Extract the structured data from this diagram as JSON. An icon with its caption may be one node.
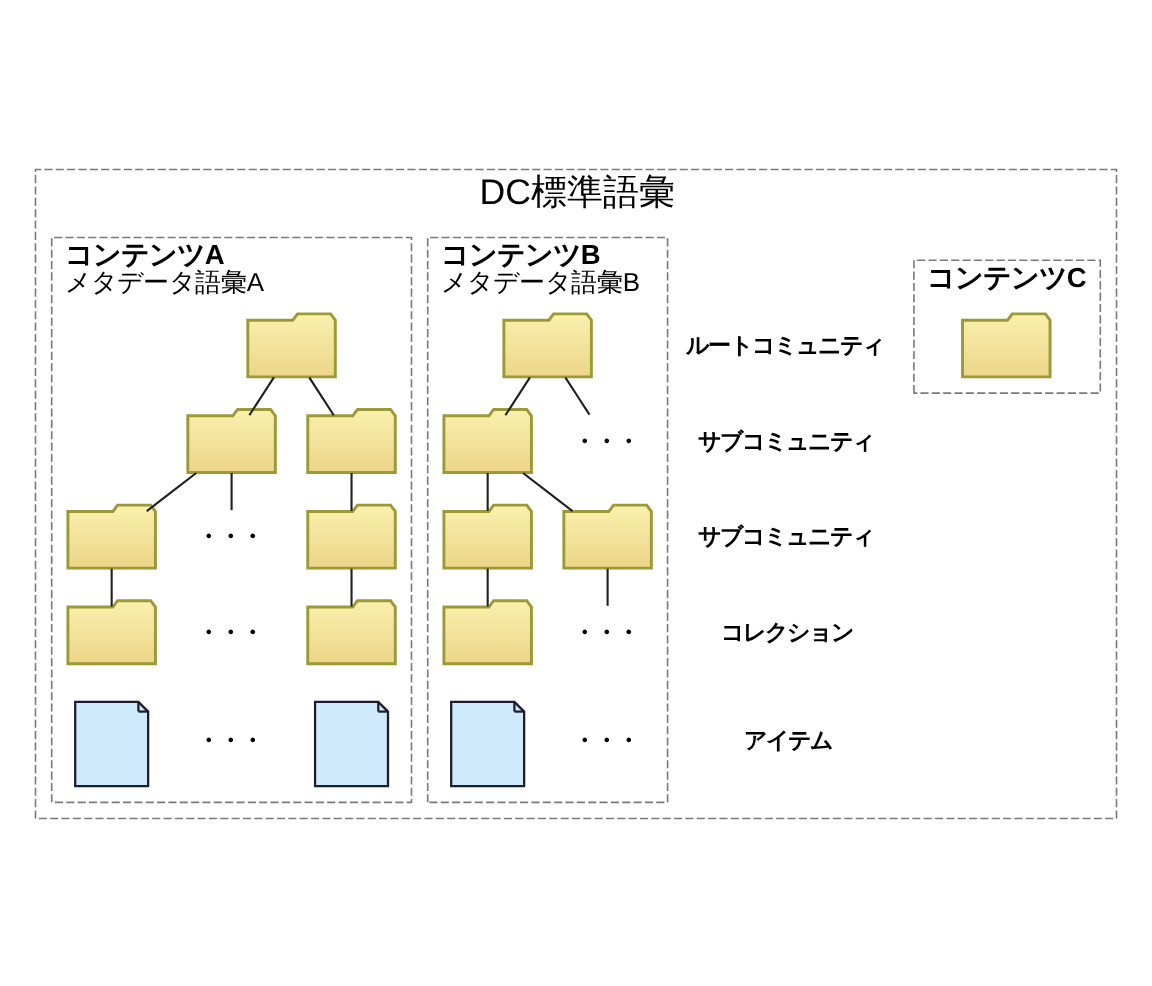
{
  "diagram": {
    "nodes": [
      {
        "text": [
          "DC標準語彙"
        ]
      },
      {
        "text": [
          "コンテンツA",
          "メタデータ語彙A"
        ],
        "in": 0
      },
      {
        "text": [
          "コンテンツB",
          "メタデータ語彙B"
        ],
        "in": 0
      },
      {
        "text": [
          "コンテンツC"
        ],
        "in": 0
      },
      {
        "text": [],
        "shape": "folder",
        "in": 1
      },
      {
        "text": [],
        "shape": "folder",
        "in": 1
      },
      {
        "text": [],
        "shape": "folder",
        "in": 1
      },
      {
        "text": [],
        "shape": "folder",
        "in": 1
      },
      {
        "text": [
          "・・・"
        ],
        "in": 1
      },
      {
        "text": [],
        "shape": "folder",
        "in": 1
      },
      {
        "text": [],
        "shape": "folder",
        "in": 1
      },
      {
        "text": [],
        "shape": "folder",
        "in": 1
      },
      {
        "text": [],
        "shape": "document",
        "in": 1
      },
      {
        "text": [],
        "shape": "document",
        "in": 1
      },
      {
        "text": [],
        "shape": "folder",
        "in": 2
      },
      {
        "text": [],
        "shape": "folder",
        "in": 2
      },
      {
        "text": [
          "・・・"
        ],
        "in": 2
      },
      {
        "text": [],
        "shape": "folder",
        "in": 2
      },
      {
        "text": [],
        "shape": "folder",
        "in": 2
      },
      {
        "text": [],
        "shape": "folder",
        "in": 2
      },
      {
        "text": [
          "・・・"
        ],
        "in": 2
      },
      {
        "text": [],
        "shape": "document",
        "in": 2
      },
      {
        "text": [],
        "shape": "folder",
        "in": 3
      }
    ],
    "edges": [
      {
        "from": 4,
        "to": 5,
        "arrow": "none"
      },
      {
        "from": 4,
        "to": 6,
        "arrow": "none"
      },
      {
        "from": 5,
        "to": 7,
        "arrow": "none"
      },
      {
        "from": 5,
        "to": 8,
        "arrow": "none"
      },
      {
        "from": 6,
        "to": 9,
        "arrow": "none"
      },
      {
        "from": 7,
        "to": 10,
        "arrow": "none"
      },
      {
        "from": 9,
        "to": 11,
        "arrow": "none"
      },
      {
        "from": 14,
        "to": 15,
        "arrow": "none"
      },
      {
        "from": 14,
        "to": 16,
        "arrow": "none"
      },
      {
        "from": 15,
        "to": 17,
        "arrow": "none"
      },
      {
        "from": 15,
        "to": 18,
        "arrow": "none"
      },
      {
        "from": 17,
        "to": 19,
        "arrow": "none"
      },
      {
        "from": 18,
        "to": 20,
        "arrow": "none"
      }
    ],
    "labels": [
      "ルートコミュニティ",
      "サブコミュニティ",
      "サブコミュニティ",
      "・・・",
      "コレクション",
      "・・・",
      "・・・",
      "アイテム"
    ]
  }
}
